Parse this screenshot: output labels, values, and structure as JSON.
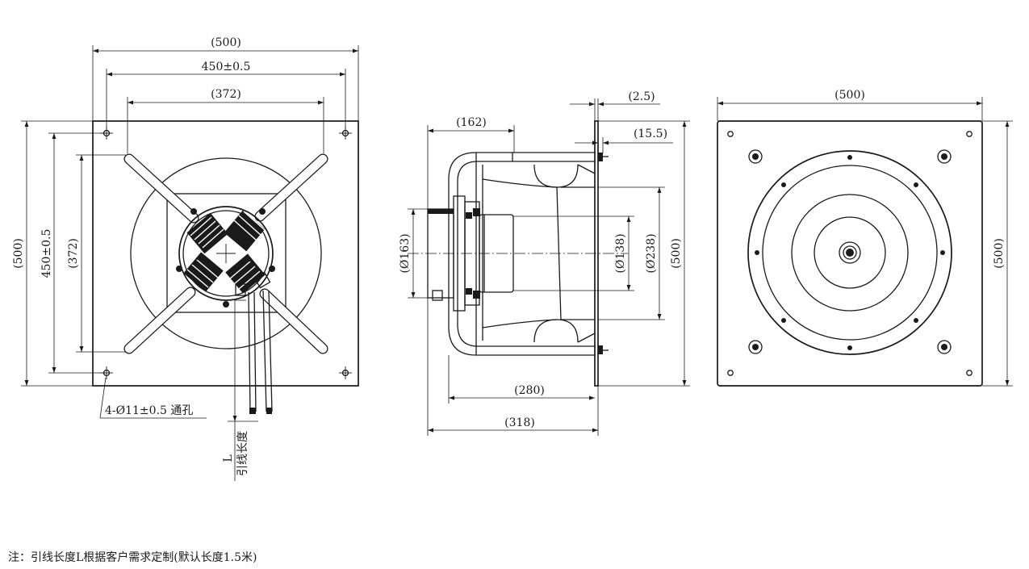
{
  "front_view": {
    "overall_width": "(500)",
    "hole_spacing_h": "450±0.5",
    "guard_span_h": "(372)",
    "overall_height": "(500)",
    "hole_spacing_v": "450±0.5",
    "guard_span_v": "(372)",
    "hole_callout": "4-Ø11±0.5 通孔",
    "lead_length_symbol": "L",
    "lead_length_caption": "引线长度"
  },
  "side_view": {
    "offset_top": "(162)",
    "plate_thickness": "(2.5)",
    "flange_offset": "(15.5)",
    "hub_diameter": "(Ø163)",
    "rotor_diameter": "(Ø138)",
    "inlet_diameter": "(Ø238)",
    "overall_height": "(500)",
    "body_length": "(280)",
    "total_length": "(318)"
  },
  "rear_view": {
    "overall_width": "(500)",
    "overall_height": "(500)"
  },
  "footnote": "注：引线长度L根据客户需求定制(默认长度1.5米)",
  "colors": {
    "line": "#1a1a1a",
    "background": "#ffffff"
  }
}
